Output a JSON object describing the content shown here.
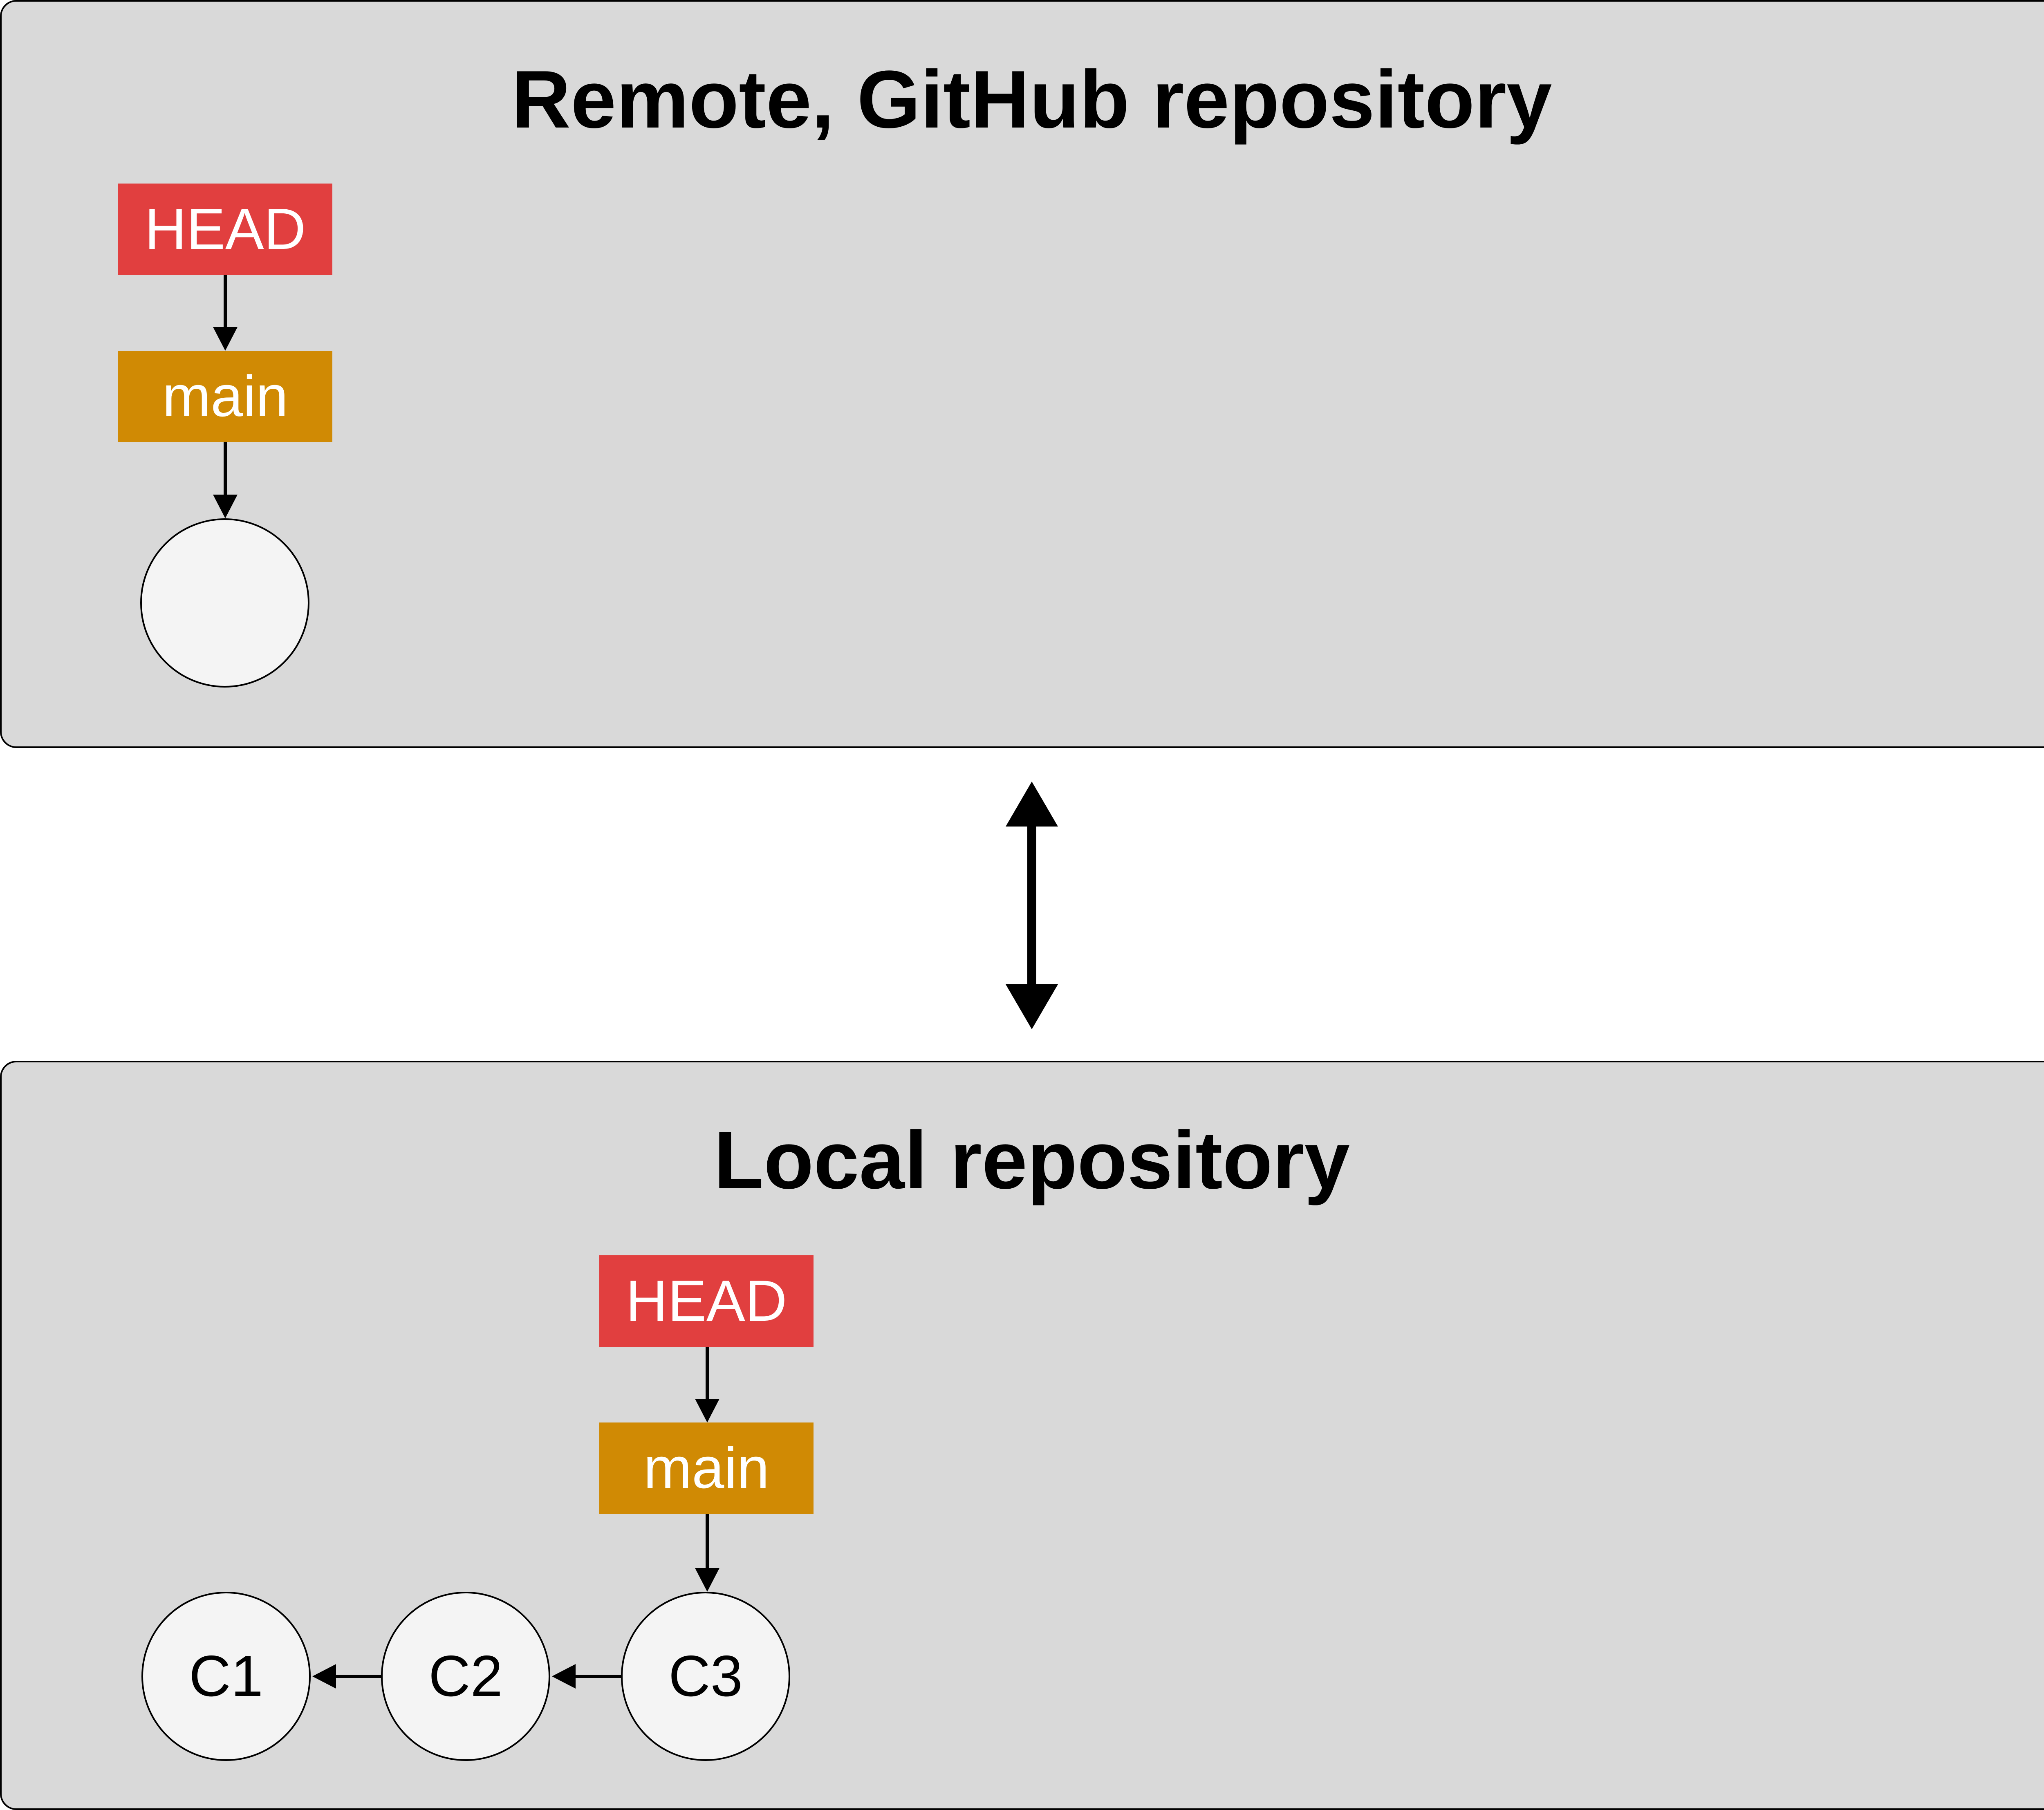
{
  "remote": {
    "title": "Remote, GitHub repository",
    "head_label": "HEAD",
    "branch_label": "main",
    "commits": [
      ""
    ]
  },
  "local": {
    "title": "Local repository",
    "head_label": "HEAD",
    "branch_label": "main",
    "commits": [
      "C1",
      "C2",
      "C3"
    ]
  },
  "colors": {
    "panel_bg": "#d9d9d9",
    "head_box": "#e13f3f",
    "branch_box": "#d08a04",
    "commit_fill": "#f4f4f4"
  }
}
